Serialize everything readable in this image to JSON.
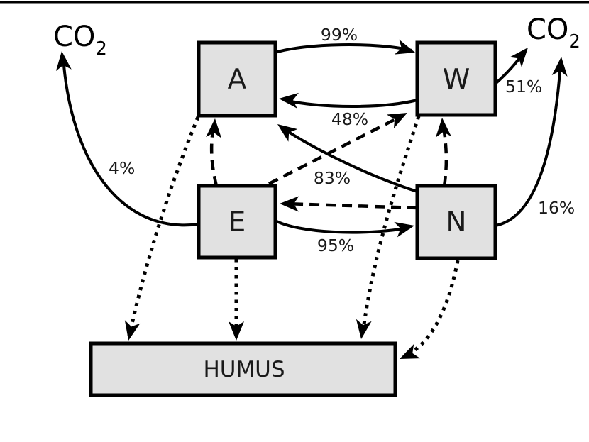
{
  "diagram": {
    "colors": {
      "line": "#000000",
      "box_fill": "#e1e1e1",
      "background": "#ffffff"
    },
    "nodes": {
      "a": {
        "label": "A"
      },
      "w": {
        "label": "W"
      },
      "e": {
        "label": "E"
      },
      "n": {
        "label": "N"
      },
      "humus": {
        "label": "HUMUS"
      }
    },
    "gas_labels": {
      "left": {
        "formula": "CO",
        "subscript": "2"
      },
      "right": {
        "formula": "CO",
        "subscript": "2"
      }
    },
    "flow_labels": {
      "a_to_w": "99%",
      "w_to_a": "48%",
      "n_to_a": "83%",
      "e_to_n": "95%",
      "w_to_co2": "51%",
      "n_to_co2": "16%",
      "e_to_co2": "4%"
    },
    "edges": [
      {
        "from": "A",
        "to": "W",
        "style": "solid",
        "label": "99%"
      },
      {
        "from": "W",
        "to": "A",
        "style": "solid",
        "label": "48%"
      },
      {
        "from": "N",
        "to": "A",
        "style": "solid",
        "label": "83%"
      },
      {
        "from": "E",
        "to": "N",
        "style": "solid",
        "label": "95%"
      },
      {
        "from": "E",
        "to": "CO2-left",
        "style": "solid",
        "label": "4%"
      },
      {
        "from": "W",
        "to": "CO2-right",
        "style": "solid",
        "label": "51%"
      },
      {
        "from": "N",
        "to": "CO2-right",
        "style": "solid",
        "label": "16%"
      },
      {
        "from": "E",
        "to": "A",
        "style": "dashed",
        "label": ""
      },
      {
        "from": "E",
        "to": "W",
        "style": "dashed",
        "label": ""
      },
      {
        "from": "N",
        "to": "W",
        "style": "dashed",
        "label": ""
      },
      {
        "from": "N",
        "to": "E",
        "style": "dashed",
        "label": ""
      },
      {
        "from": "A",
        "to": "HUMUS",
        "style": "dotted",
        "label": ""
      },
      {
        "from": "E",
        "to": "HUMUS",
        "style": "dotted",
        "label": ""
      },
      {
        "from": "W",
        "to": "HUMUS",
        "style": "dotted",
        "label": ""
      },
      {
        "from": "N",
        "to": "HUMUS",
        "style": "dotted",
        "label": ""
      }
    ]
  }
}
